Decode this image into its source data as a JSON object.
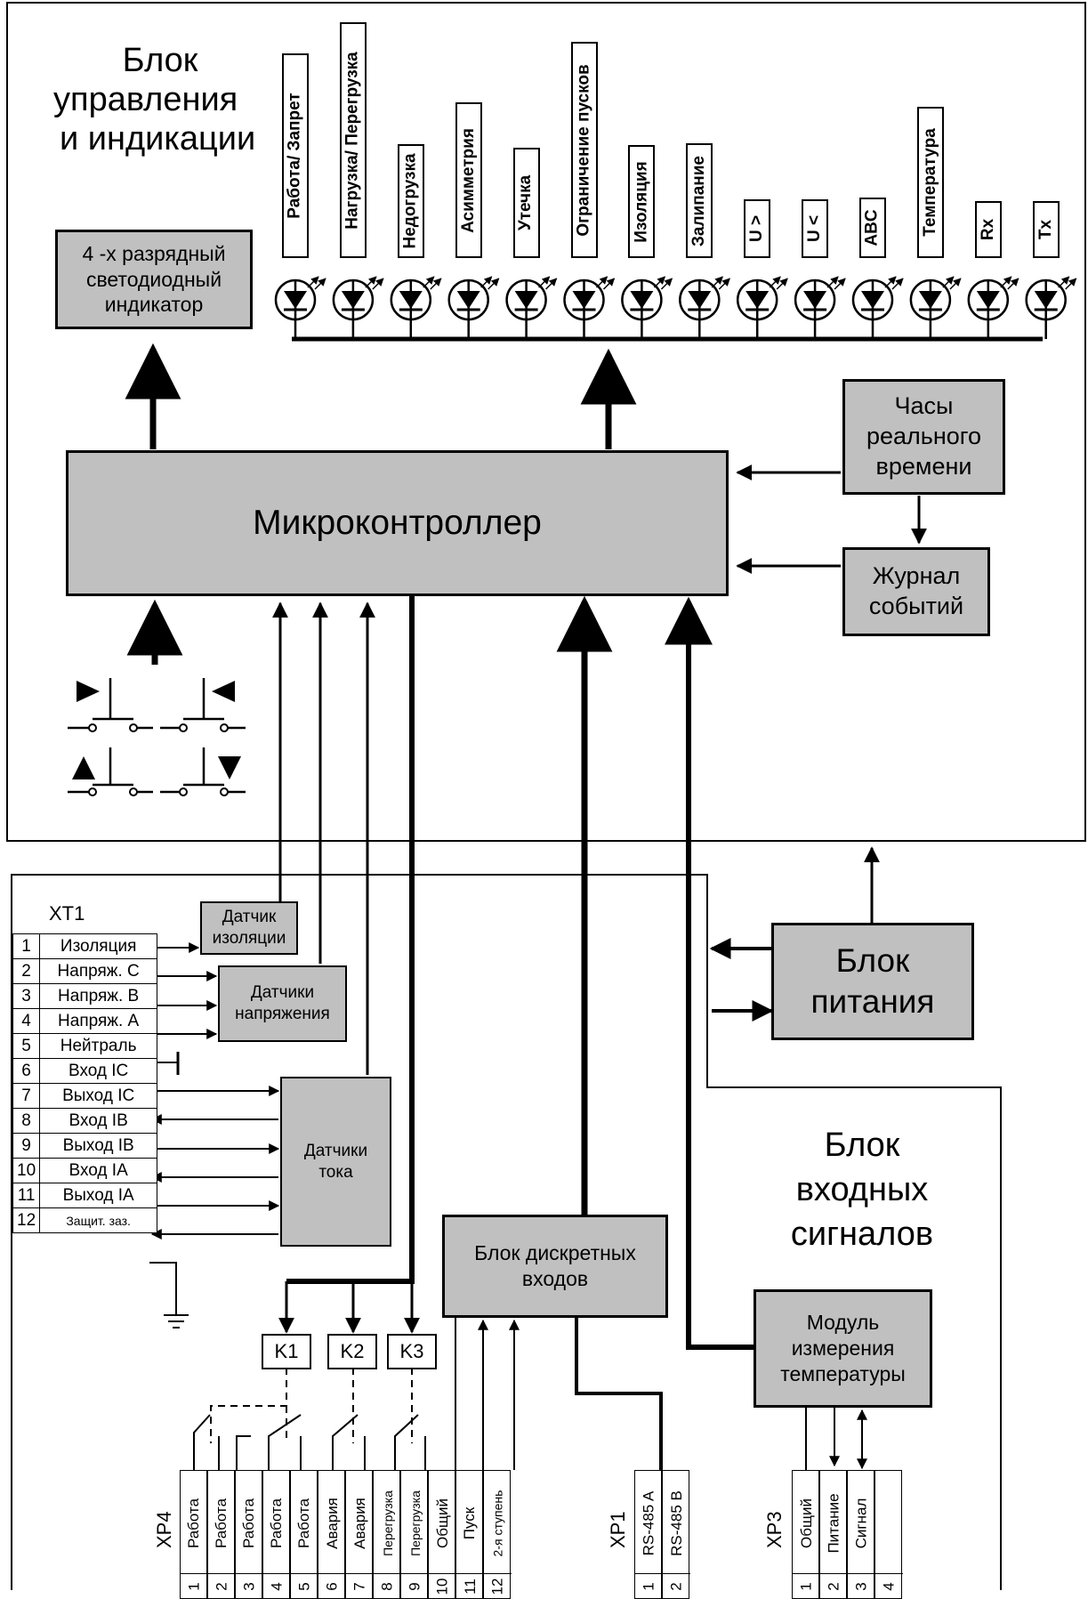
{
  "control_block": {
    "title_lines": [
      "Блок",
      "управления",
      "и индикации"
    ],
    "display_label": "4 -х разрядный светодиодный индикатор",
    "mcu_label": "Микроконтроллер",
    "clock_label": "Часы реального времени",
    "journal_label": "Журнал событий",
    "indicators": [
      "Работа/ Запрет",
      "Нагрузка/ Перегрузка",
      "Недогрузка",
      "Асимметрия",
      "Утечка",
      "Ограничение пусков",
      "Изоляция",
      "Залипание",
      "U >",
      "U <",
      "ABC",
      "Температура",
      "Rx",
      "Tx"
    ],
    "keypad_icons": [
      "right-arrow-icon",
      "left-arrow-icon",
      "up-arrow-icon",
      "down-arrow-icon"
    ]
  },
  "input_block": {
    "title_lines": [
      "Блок",
      "входных",
      "сигналов"
    ],
    "power_label": "Блок питания",
    "insulation_sensor": "Датчик изоляции",
    "voltage_sensors": "Датчики напряжения",
    "current_sensors": "Датчики тока",
    "discrete_block": "Блок дискретных входов",
    "temp_module": "Модуль измерения температуры",
    "relays": [
      "K1",
      "K2",
      "K3"
    ]
  },
  "xt1": {
    "title": "XT1",
    "rows": [
      {
        "num": "1",
        "name": "Изоляция"
      },
      {
        "num": "2",
        "name": "Напряж. C"
      },
      {
        "num": "3",
        "name": "Напряж. B"
      },
      {
        "num": "4",
        "name": "Напряж. A"
      },
      {
        "num": "5",
        "name": "Нейтраль"
      },
      {
        "num": "6",
        "name": "Вход IC"
      },
      {
        "num": "7",
        "name": "Выход IC"
      },
      {
        "num": "8",
        "name": "Вход IB"
      },
      {
        "num": "9",
        "name": "Выход IB"
      },
      {
        "num": "10",
        "name": "Вход IA"
      },
      {
        "num": "11",
        "name": "Выход IA"
      },
      {
        "num": "12",
        "name": "Защит. заз."
      }
    ]
  },
  "xp4": {
    "title": "XP4",
    "pins": [
      {
        "num": "1",
        "label": "Работа"
      },
      {
        "num": "2",
        "label": "Работа"
      },
      {
        "num": "3",
        "label": "Работа"
      },
      {
        "num": "4",
        "label": "Работа"
      },
      {
        "num": "5",
        "label": "Работа"
      },
      {
        "num": "6",
        "label": "Авария"
      },
      {
        "num": "7",
        "label": "Авария"
      },
      {
        "num": "8",
        "label": "Перегрузка"
      },
      {
        "num": "9",
        "label": "Перегрузка"
      },
      {
        "num": "10",
        "label": "Общий"
      },
      {
        "num": "11",
        "label": "Пуск"
      },
      {
        "num": "12",
        "label": "2-я ступень"
      }
    ]
  },
  "xp1": {
    "title": "XP1",
    "pins": [
      {
        "num": "1",
        "label": "RS-485 A"
      },
      {
        "num": "2",
        "label": "RS-485 B"
      }
    ]
  },
  "xp3": {
    "title": "XP3",
    "pins": [
      {
        "num": "1",
        "label": "Общий"
      },
      {
        "num": "2",
        "label": "Питание"
      },
      {
        "num": "3",
        "label": "Сигнал"
      },
      {
        "num": "4",
        "label": ""
      }
    ]
  },
  "colors": {
    "block_fill": "#c0c0c0",
    "line": "#000000",
    "background": "#ffffff"
  }
}
